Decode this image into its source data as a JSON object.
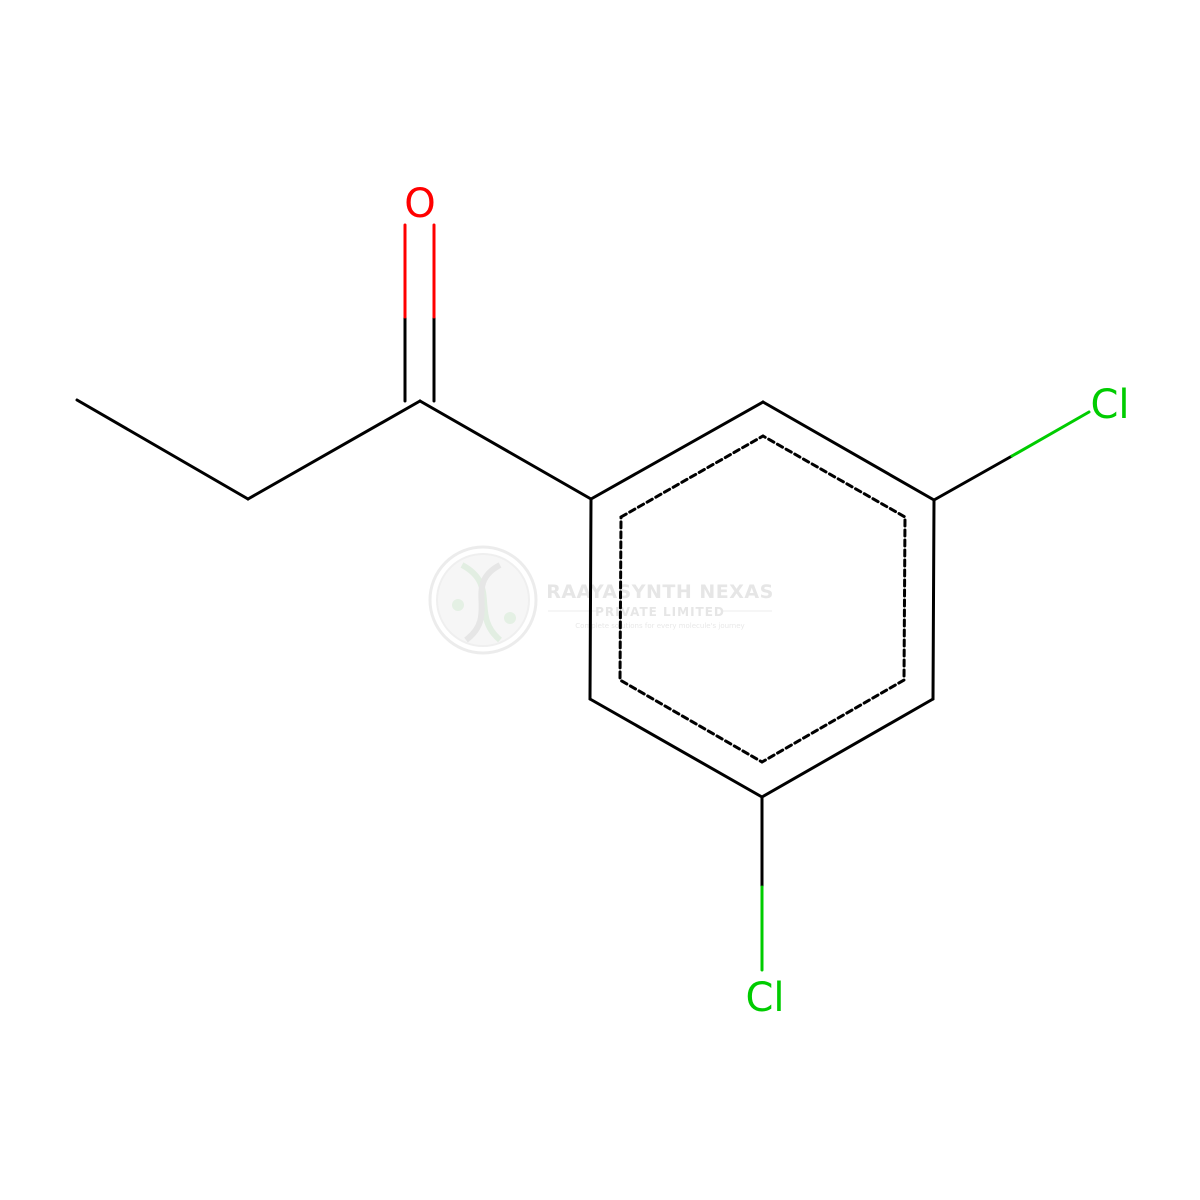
{
  "molecule": {
    "atoms": {
      "oxygen": "O",
      "chlorine_upper": "Cl",
      "chlorine_lower": "Cl"
    },
    "colors": {
      "bond": "#000000",
      "oxygen": "#ff0000",
      "chlorine": "#00cc00"
    }
  },
  "watermark": {
    "company": "RAAYASYNTH NEXAS",
    "subtitle": "PRIVATE LIMITED",
    "tagline": "Complete solutions for every molecule's journey",
    "logo_icon": "dna-helix-icon"
  }
}
